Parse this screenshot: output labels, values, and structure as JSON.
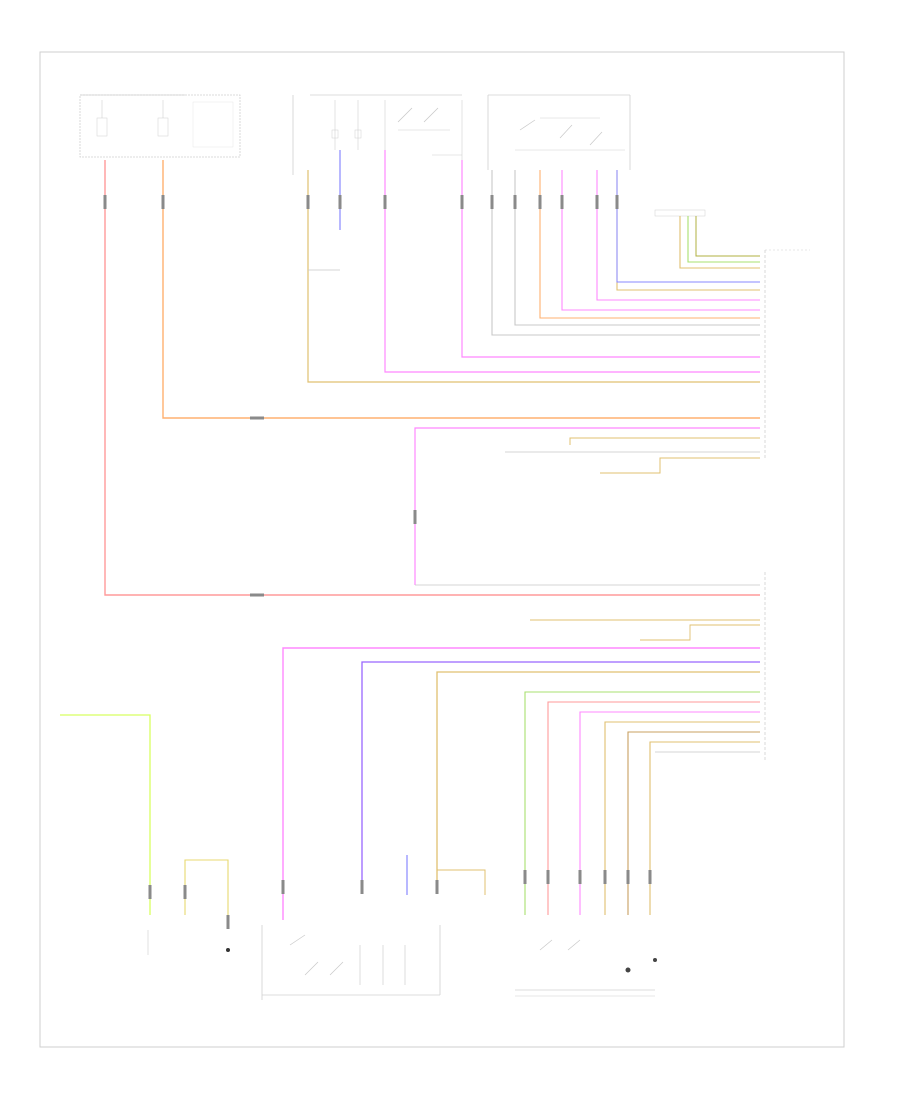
{
  "diagram": {
    "footer_text": "",
    "components": [
      {
        "key": "fuse_box",
        "label": ""
      },
      {
        "key": "front_pass_window_switch",
        "label": ""
      },
      {
        "key": "front_pass_door_switch",
        "label": ""
      },
      {
        "key": "data_link_connector",
        "label": ""
      },
      {
        "key": "front_pass_door_module",
        "label": ""
      },
      {
        "key": "right_rear_door_module",
        "label": ""
      },
      {
        "key": "right_rear_window_switch",
        "label": ""
      },
      {
        "key": "right_rear_door_lock_switch",
        "label": ""
      },
      {
        "key": "right_rear_window_motor",
        "label": ""
      }
    ],
    "wire_colors": {
      "red": "#ff9a9a",
      "orange": "#ffb070",
      "magenta": "#ff88ff",
      "blue": "#8888ff",
      "yellow": "#e8d870",
      "tan": "#e0c070",
      "green": "#a8e070",
      "lime": "#d8ff60",
      "purple": "#9966ff",
      "gray": "#c8c8c8",
      "brown": "#c8a060",
      "olive": "#b0b040"
    }
  }
}
